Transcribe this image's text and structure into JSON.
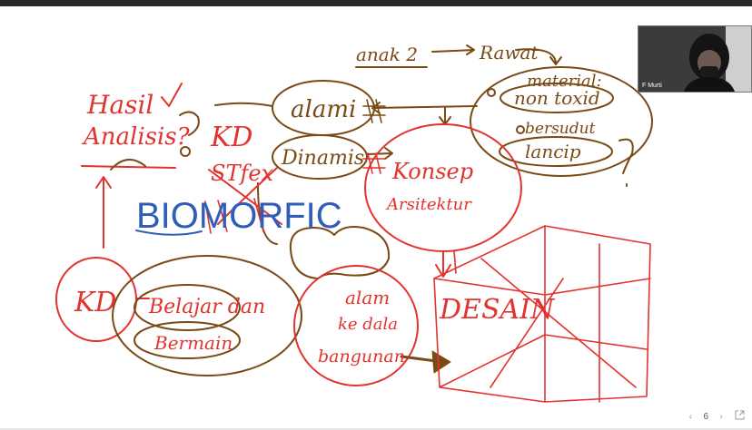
{
  "whiteboard": {
    "texts": {
      "anak": "anak 2",
      "rawat": "Rawat",
      "material": "material:",
      "non_toxid": "non toxid",
      "bersudut": "bersudut",
      "lancip": "lancip",
      "hasil": "Hasil",
      "analisis": "Analisis?",
      "kd_top": "KD",
      "stfex": "STfex",
      "alami": "alami",
      "dinamis": "Dinamis",
      "konsep": "Konsep",
      "arsitektur": "Arsitektur",
      "biomorfic": "BIOMORFIC",
      "kd_bottom": "KD",
      "belajar": "Belajar dan",
      "bermain": "Bermain",
      "alam": "alam",
      "kedalam": "ke dala",
      "bangunan": "bangunan",
      "desain": "DESAIN"
    },
    "colors": {
      "red": "#e2332f",
      "brown": "#7a4a14",
      "blue": "#2f5db8",
      "dark": "#2a2a2a"
    }
  },
  "video_tile": {
    "participant_name": "F Murti"
  },
  "pager": {
    "page_number": "6",
    "prev_icon": "chevron-left-icon",
    "next_icon": "chevron-right-icon",
    "share_icon": "external-share-icon"
  }
}
